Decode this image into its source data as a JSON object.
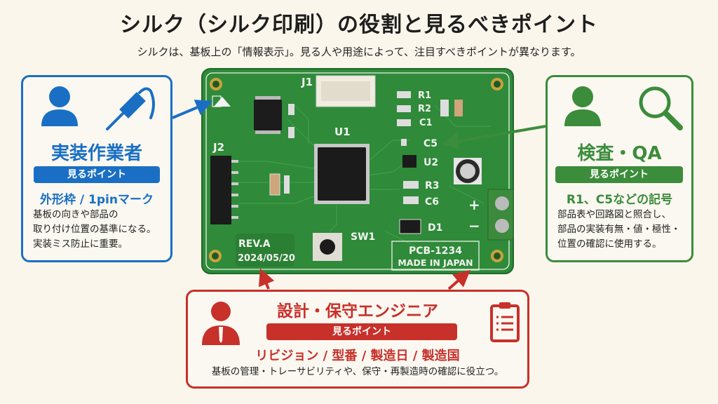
{
  "title": "シルク（シルク印刷）の役割と見るべきポイント",
  "subtitle": "シルクは、基板上の「情報表示」。見る人や用途によって、注目すべきポイントが異なります。",
  "colors": {
    "blue": "#1a6fc4",
    "green": "#3b8c3b",
    "red": "#c8302a",
    "board": "#2f8a3a",
    "background": "#fbf6ec"
  },
  "roles": {
    "assembler": {
      "title": "実装作業者",
      "pill": "見るポイント",
      "key": "外形枠 / 1pinマーク",
      "desc": [
        "基板の向きや部品の",
        "取り付け位置の基準になる。",
        "実装ミス防止に重要。"
      ],
      "icons": [
        "person-icon",
        "soldering-iron-icon"
      ]
    },
    "inspector": {
      "title": "検査・QA",
      "pill": "見るポイント",
      "key": "R1、C5などの記号",
      "desc": [
        "部品表や回路図と照合し、",
        "部品の実装有無・値・極性・",
        "位置の確認に使用する。"
      ],
      "icons": [
        "person-icon",
        "magnifier-icon"
      ]
    },
    "engineer": {
      "title": "設計・保守エンジニア",
      "pill": "見るポイント",
      "key": "リビジョン / 型番 / 製造日 / 製造国",
      "desc": "基板の管理・トレーサビリティや、保守・再製造時の確認に役立つ。",
      "icons": [
        "businessman-icon",
        "clipboard-icon"
      ]
    }
  },
  "pcb": {
    "labels": {
      "j1": "J1",
      "j2": "J2",
      "u1": "U1",
      "u2": "U2",
      "r1": "R1",
      "r2": "R2",
      "c1": "C1",
      "c5": "C5",
      "r3": "R3",
      "c6": "C6",
      "d1": "D1",
      "sw1": "SW1",
      "plus": "+",
      "minus": "−"
    },
    "revision": "REV.A",
    "date": "2024/05/20",
    "part_number": "PCB-1234",
    "origin": "MADE IN JAPAN"
  }
}
